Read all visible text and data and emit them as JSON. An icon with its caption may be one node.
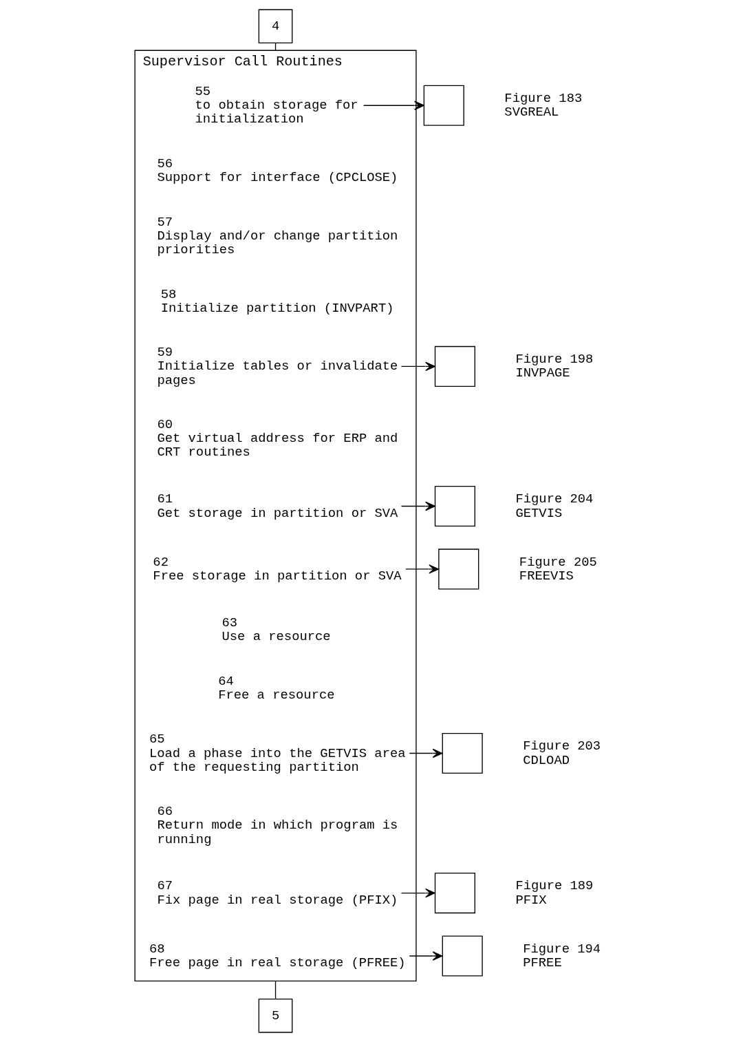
{
  "diagram": {
    "nodes": [
      {
        "text": [
          "4"
        ]
      },
      {
        "text": [
          "Supervisor Call Routines"
        ]
      },
      {
        "text": [
          "55",
          "to obtain storage for initialization"
        ],
        "in": 1
      },
      {
        "text": [
          "56",
          "Support for interface (CPCLOSE)"
        ],
        "in": 1
      },
      {
        "text": [
          "57",
          "Display and/or change partition priorities"
        ],
        "in": 1
      },
      {
        "text": [
          "58",
          "Initialize partition (INVPART)"
        ],
        "in": 1
      },
      {
        "text": [
          "59",
          "Initialize tables or invalidate pages"
        ],
        "in": 1
      },
      {
        "text": [
          "60",
          "Get virtual address for ERP and CRT routines"
        ],
        "in": 1
      },
      {
        "text": [
          "61",
          "Get storage in partition or SVA"
        ],
        "in": 1
      },
      {
        "text": [
          "62",
          "Free storage in partition or SVA"
        ],
        "in": 1
      },
      {
        "text": [
          "63",
          "Use a resource"
        ],
        "in": 1
      },
      {
        "text": [
          "64",
          "Free a resource"
        ],
        "in": 1
      },
      {
        "text": [
          "65",
          "Load a phase into the GETVIS area of the requesting partition"
        ],
        "in": 1
      },
      {
        "text": [
          "66",
          "Return mode in which program is running"
        ],
        "in": 1
      },
      {
        "text": [
          "67",
          "Fix page in real storage (PFIX)"
        ],
        "in": 1
      },
      {
        "text": [
          "68",
          "Free page in real storage (PFREE)"
        ],
        "in": 1
      },
      {
        "text": [],
        "shape": "box",
        "beside": [
          "Figure 183",
          "SVGREAL"
        ]
      },
      {
        "text": [],
        "shape": "box",
        "beside": [
          "Figure 198",
          "INVPAGE"
        ]
      },
      {
        "text": [],
        "shape": "box",
        "beside": [
          "Figure 204",
          "GETVIS"
        ]
      },
      {
        "text": [],
        "shape": "box",
        "beside": [
          "Figure 205",
          "FREEVIS"
        ]
      },
      {
        "text": [],
        "shape": "box",
        "beside": [
          "Figure 203",
          "CDLOAD"
        ]
      },
      {
        "text": [],
        "shape": "box",
        "beside": [
          "Figure 189",
          "PFIX"
        ]
      },
      {
        "text": [],
        "shape": "box",
        "beside": [
          "Figure 194",
          "PFREE"
        ]
      },
      {
        "text": [
          "5"
        ]
      }
    ],
    "edges": [
      {
        "from": 0,
        "to": 1,
        "arrow": "none"
      },
      {
        "from": 2,
        "to": 16,
        "arrow": "to"
      },
      {
        "from": 6,
        "to": 17,
        "arrow": "to"
      },
      {
        "from": 8,
        "to": 18,
        "arrow": "to"
      },
      {
        "from": 9,
        "to": 19,
        "arrow": "to"
      },
      {
        "from": 12,
        "to": 20,
        "arrow": "to"
      },
      {
        "from": 14,
        "to": 21,
        "arrow": "to"
      },
      {
        "from": 15,
        "to": 22,
        "arrow": "to"
      },
      {
        "from": 1,
        "to": 23,
        "arrow": "none"
      }
    ]
  }
}
